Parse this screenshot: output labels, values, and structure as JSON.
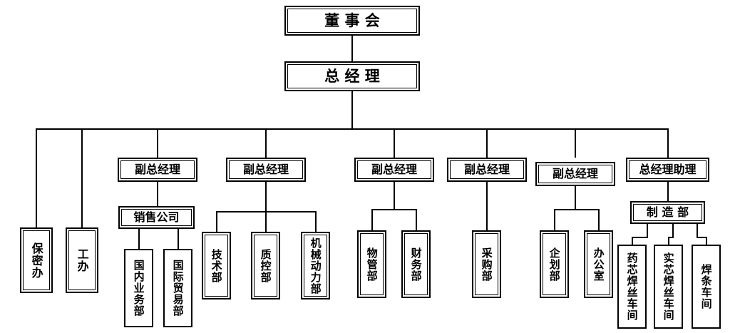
{
  "chart": {
    "type": "org-chart",
    "title": "",
    "orientation": "top-down",
    "levels": 5
  },
  "nodes": {
    "board": {
      "label": "董 事 会",
      "border": "double",
      "text_orientation": "horizontal"
    },
    "gm": {
      "label": "总 经 理",
      "border": "double",
      "text_orientation": "horizontal"
    },
    "staff_confidential": {
      "label": "保密办",
      "border": "double",
      "text_orientation": "vertical"
    },
    "staff_union": {
      "label": "工办",
      "border": "double",
      "text_orientation": "vertical"
    },
    "dgm1": {
      "label": "副总经理",
      "border": "double",
      "text_orientation": "horizontal"
    },
    "dgm2": {
      "label": "副总经理",
      "border": "double",
      "text_orientation": "horizontal"
    },
    "dgm3": {
      "label": "副总经理",
      "border": "double",
      "text_orientation": "horizontal"
    },
    "dgm4": {
      "label": "副总经理",
      "border": "double",
      "text_orientation": "horizontal"
    },
    "dgm5": {
      "label": "副总经理",
      "border": "double",
      "text_orientation": "horizontal"
    },
    "gm_assistant": {
      "label": "总经理助理",
      "border": "double",
      "text_orientation": "horizontal"
    },
    "sales_company": {
      "label": "销售公司",
      "border": "double",
      "text_orientation": "horizontal"
    },
    "manufacturing": {
      "label": "制 造 部",
      "border": "double",
      "text_orientation": "horizontal"
    },
    "domestic_biz": {
      "label": "国内业务部",
      "border": "single",
      "text_orientation": "vertical"
    },
    "intl_trade": {
      "label": "国际贸易部",
      "border": "single",
      "text_orientation": "vertical"
    },
    "technology": {
      "label": "技术部",
      "border": "double",
      "text_orientation": "vertical"
    },
    "quality": {
      "label": "质控部",
      "border": "double",
      "text_orientation": "vertical"
    },
    "mech_power": {
      "label": "机械动力部",
      "border": "double",
      "text_orientation": "vertical"
    },
    "materials": {
      "label": "物管部",
      "border": "double",
      "text_orientation": "vertical"
    },
    "finance": {
      "label": "财务部",
      "border": "double",
      "text_orientation": "vertical"
    },
    "purchasing": {
      "label": "采购部",
      "border": "double",
      "text_orientation": "vertical"
    },
    "planning": {
      "label": "企划部",
      "border": "double",
      "text_orientation": "vertical"
    },
    "office": {
      "label": "办公室",
      "border": "double",
      "text_orientation": "vertical"
    },
    "flux_cored_shop": {
      "label": "药芯焊丝车间",
      "border": "single",
      "text_orientation": "vertical"
    },
    "solid_wire_shop": {
      "label": "实芯焊丝车间",
      "border": "single",
      "text_orientation": "vertical"
    },
    "electrode_shop": {
      "label": "焊条车间",
      "border": "single",
      "text_orientation": "vertical"
    }
  },
  "colors": {
    "line": "#000000",
    "box_border": "#000000",
    "box_fill": "#FFFFFF",
    "text": "#000000",
    "background": "#FFFFFF"
  }
}
